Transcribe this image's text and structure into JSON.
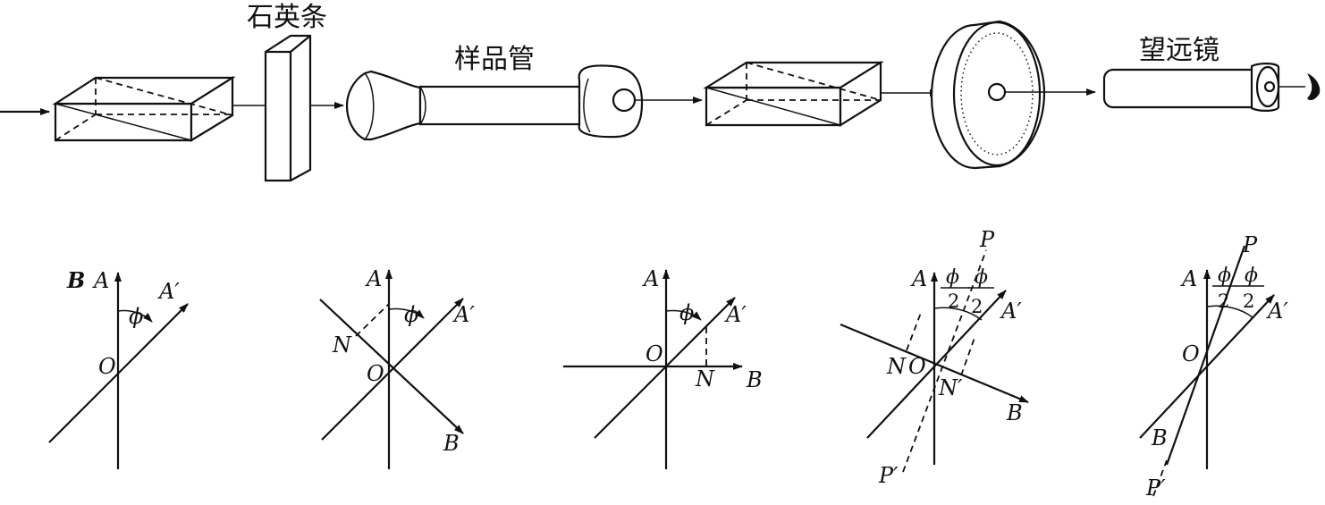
{
  "apparatus": {
    "quartz_label": "石英条",
    "sample_tube_label": "样品管",
    "telescope_label": "望远镜"
  },
  "diagrams": [
    {
      "A": "A",
      "A_prime": "A′",
      "B": "B",
      "O": "O",
      "phi": "ϕ"
    },
    {
      "A": "A",
      "A_prime": "A′",
      "B": "B",
      "O": "O",
      "N": "N",
      "phi": "ϕ"
    },
    {
      "A": "A",
      "A_prime": "A′",
      "B": "B",
      "O": "O",
      "N": "N",
      "phi": "ϕ"
    },
    {
      "A": "A",
      "A_prime": "A′",
      "B": "B",
      "O": "O",
      "N": "N",
      "N_prime": "N′",
      "P": "P",
      "P_prime": "P′",
      "phi": "ϕ",
      "two": "2"
    },
    {
      "A": "A",
      "A_prime": "A′",
      "B": "B",
      "O": "O",
      "P": "P",
      "P_prime": "P′",
      "phi": "ϕ",
      "two": "2"
    }
  ]
}
